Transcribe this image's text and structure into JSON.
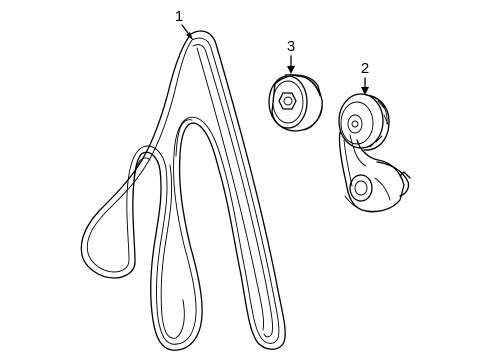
{
  "diagram": {
    "parts": [
      {
        "callout": "1",
        "part": "serpentine-belt"
      },
      {
        "callout": "2",
        "part": "belt-tensioner"
      },
      {
        "callout": "3",
        "part": "idler-pulley"
      }
    ],
    "colors": {
      "line": "#000000",
      "background": "#ffffff"
    }
  }
}
